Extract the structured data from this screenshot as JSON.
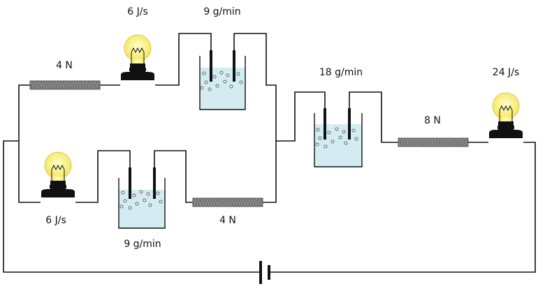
{
  "colors": {
    "wire": "#111111",
    "bulb_glass": "#fff59a",
    "bulb_base": "#111111",
    "water": "#d2ecf1",
    "heater": "#888888"
  },
  "components": {
    "resistor_top_left": {
      "label": "4 N"
    },
    "bulb_top": {
      "label": "6 J/s"
    },
    "cell_top": {
      "label": "9 g/min"
    },
    "bulb_bottom_left": {
      "label": "6 J/s"
    },
    "cell_bottom": {
      "label": "9 g/min"
    },
    "resistor_bottom": {
      "label": "4 N"
    },
    "cell_middle": {
      "label": "18 g/min"
    },
    "resistor_right": {
      "label": "8 N"
    },
    "bulb_right": {
      "label": "24 J/s"
    }
  },
  "icons": {
    "bulb": "light-bulb-icon",
    "cell": "electrolytic-cell-icon",
    "resistor": "resistor-icon",
    "battery": "battery-icon"
  }
}
